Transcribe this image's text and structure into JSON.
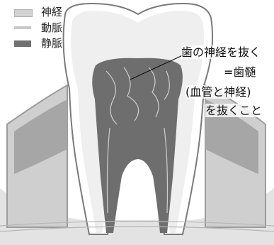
{
  "colors": {
    "nerve": "#d2d2d2",
    "artery": "#c8c8c8",
    "vein": "#707070",
    "gum": "#cfcfcf",
    "gum_dark": "#a6a6a6",
    "dentin": "#efefef",
    "enamel": "#ffffff",
    "pulp": "#6e6e6e",
    "bone": "#e3e3e3"
  },
  "legend": {
    "items": [
      {
        "label": "神経"
      },
      {
        "label": "動脈"
      },
      {
        "label": "静脈"
      }
    ]
  },
  "annotation": {
    "lines": [
      "歯の神経を抜く",
      "=歯髄",
      "(血管と神経)",
      "を抜くこと"
    ]
  }
}
